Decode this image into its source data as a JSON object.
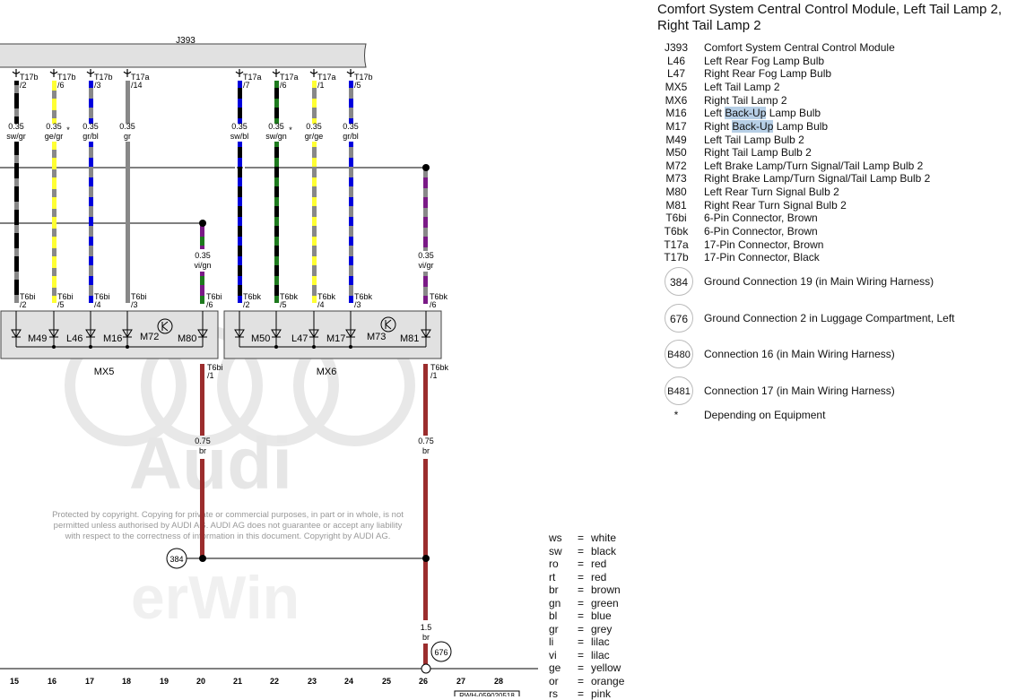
{
  "header": {
    "title_line1": "Comfort System Central Control Module, Left Tail Lamp 2,",
    "title_line2": "Right Tail Lamp 2"
  },
  "diagram": {
    "control_module_label": "J393",
    "watermark_brand": "Audi",
    "watermark_app": "erWin",
    "copyright_lines": [
      "Protected by copyright. Copying for private or commercial purposes, in part or in whole, is not",
      "permitted unless authorised by AUDI AG. AUDI AG does not guarantee or accept any liability",
      "with respect to the correctness of information in this document. Copyright by AUDI AG."
    ],
    "top_pins": [
      {
        "connector": "T17b",
        "pin": "/2",
        "size": "0.35",
        "color": "sw/gr"
      },
      {
        "connector": "T17b",
        "pin": "/6",
        "size": "0.35",
        "color": "ge/gr",
        "asterisk": "*"
      },
      {
        "connector": "T17b",
        "pin": "/3",
        "size": "0.35",
        "color": "gr/bl"
      },
      {
        "connector": "T17a",
        "pin": "/14",
        "size": "0.35",
        "color": "gr"
      },
      {
        "connector": "T17a",
        "pin": "/7",
        "size": "0.35",
        "color": "sw/bl"
      },
      {
        "connector": "T17a",
        "pin": "/6",
        "size": "0.35",
        "color": "sw/gn",
        "asterisk": "*"
      },
      {
        "connector": "T17a",
        "pin": "/1",
        "size": "0.35",
        "color": "gr/ge"
      },
      {
        "connector": "T17b",
        "pin": "/5",
        "size": "0.35",
        "color": "gr/bl"
      }
    ],
    "branch_wires": [
      {
        "size": "0.35",
        "color": "vi/gn"
      },
      {
        "size": "0.35",
        "color": "vi/gr"
      }
    ],
    "mx5": {
      "label": "MX5",
      "pins": [
        {
          "connector": "T6bi",
          "pin": "/2"
        },
        {
          "connector": "T6bi",
          "pin": "/5"
        },
        {
          "connector": "T6bi",
          "pin": "/4"
        },
        {
          "connector": "T6bi",
          "pin": "/3"
        },
        {
          "connector": "T6bi",
          "pin": "/6"
        }
      ],
      "bulbs": [
        "M49",
        "L46",
        "M16",
        "M72",
        "M80"
      ],
      "ground_pin": {
        "connector": "T6bi",
        "pin": "/1",
        "size": "0.75",
        "color": "br"
      }
    },
    "mx6": {
      "label": "MX6",
      "pins": [
        {
          "connector": "T6bk",
          "pin": "/2"
        },
        {
          "connector": "T6bk",
          "pin": "/5"
        },
        {
          "connector": "T6bk",
          "pin": "/4"
        },
        {
          "connector": "T6bk",
          "pin": "/3"
        },
        {
          "connector": "T6bk",
          "pin": "/6"
        }
      ],
      "bulbs": [
        "M50",
        "L47",
        "M17",
        "M73",
        "M81"
      ],
      "ground_pin": {
        "connector": "T6bk",
        "pin": "/1",
        "size": "0.75",
        "color": "br"
      }
    },
    "ground_384": "384",
    "ground_676": "676",
    "main_ground_wire": {
      "size": "1.5",
      "color": "br"
    },
    "grid_numbers": [
      "15",
      "16",
      "17",
      "18",
      "19",
      "20",
      "21",
      "22",
      "23",
      "24",
      "25",
      "26",
      "27",
      "28"
    ],
    "doc_id": "RWH-059020518"
  },
  "legend": {
    "items": [
      {
        "code": "J393",
        "desc": "Comfort System Central Control Module"
      },
      {
        "code": "L46",
        "desc": "Left Rear Fog Lamp Bulb"
      },
      {
        "code": "L47",
        "desc": "Right Rear Fog Lamp Bulb"
      },
      {
        "code": "MX5",
        "desc": "Left Tail Lamp 2"
      },
      {
        "code": "MX6",
        "desc": "Right Tail Lamp 2"
      },
      {
        "code": "M16",
        "desc_pre": "Left ",
        "desc_hl": "Back-Up",
        "desc_post": " Lamp Bulb"
      },
      {
        "code": "M17",
        "desc_pre": "Right ",
        "desc_hl": "Back-Up",
        "desc_post": " Lamp Bulb"
      },
      {
        "code": "M49",
        "desc": "Left Tail Lamp Bulb 2"
      },
      {
        "code": "M50",
        "desc": "Right Tail Lamp Bulb 2"
      },
      {
        "code": "M72",
        "desc": "Left Brake Lamp/Turn Signal/Tail Lamp Bulb 2"
      },
      {
        "code": "M73",
        "desc": "Right Brake Lamp/Turn Signal/Tail Lamp Bulb 2"
      },
      {
        "code": "M80",
        "desc": "Left Rear Turn Signal Bulb 2"
      },
      {
        "code": "M81",
        "desc": "Right Rear Turn Signal Bulb 2"
      },
      {
        "code": "T6bi",
        "desc": "6-Pin Connector, Brown"
      },
      {
        "code": "T6bk",
        "desc": "6-Pin Connector, Brown"
      },
      {
        "code": "T17a",
        "desc": "17-Pin Connector, Brown"
      },
      {
        "code": "T17b",
        "desc": "17-Pin Connector, Black"
      }
    ],
    "circles": [
      {
        "code": "384",
        "desc": "Ground Connection 19 (in Main Wiring Harness)"
      },
      {
        "code": "676",
        "desc": "Ground Connection 2 in Luggage Compartment, Left"
      },
      {
        "code": "B480",
        "desc": "Connection 16 (in Main Wiring Harness)"
      },
      {
        "code": "B481",
        "desc": "Connection 17 (in Main Wiring Harness)"
      }
    ],
    "footnote": {
      "code": "*",
      "desc": "Depending on Equipment"
    }
  },
  "wire_colors": [
    {
      "code": "ws",
      "name": "white"
    },
    {
      "code": "sw",
      "name": "black"
    },
    {
      "code": "ro",
      "name": "red"
    },
    {
      "code": "rt",
      "name": "red"
    },
    {
      "code": "br",
      "name": "brown"
    },
    {
      "code": "gn",
      "name": "green"
    },
    {
      "code": "bl",
      "name": "blue"
    },
    {
      "code": "gr",
      "name": "grey"
    },
    {
      "code": "li",
      "name": "lilac"
    },
    {
      "code": "vi",
      "name": "lilac"
    },
    {
      "code": "ge",
      "name": "yellow"
    },
    {
      "code": "or",
      "name": "orange"
    },
    {
      "code": "rs",
      "name": "pink"
    }
  ],
  "palette": {
    "black": "#000000",
    "grey": "#888888",
    "yellow": "#ffff33",
    "blue": "#0000dd",
    "green": "#1e7a1e",
    "violet": "#7a1a86",
    "brown": "#9b2d2d",
    "module_fill": "#e1e1e1",
    "watermark": "#e6e6e6"
  }
}
